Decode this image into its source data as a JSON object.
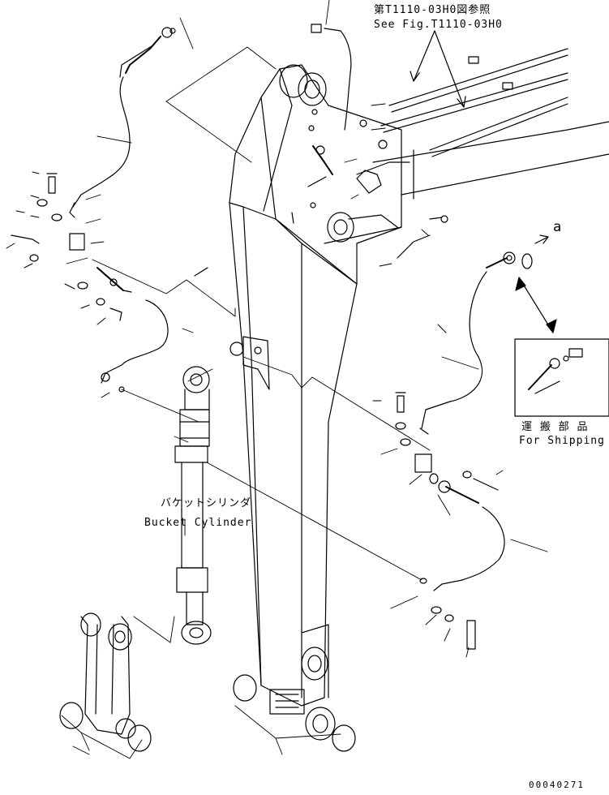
{
  "labels": {
    "reference_jp": "第T1110-03H0図参照",
    "reference_en": "See Fig.T1110-03H0",
    "bucket_cylinder_jp": "バケットシリンダ",
    "bucket_cylinder_en": "Bucket Cylinder",
    "shipping_jp": "運 搬 部 品",
    "shipping_en": "For Shipping",
    "callout_a": "a",
    "document_number": "00040271"
  }
}
